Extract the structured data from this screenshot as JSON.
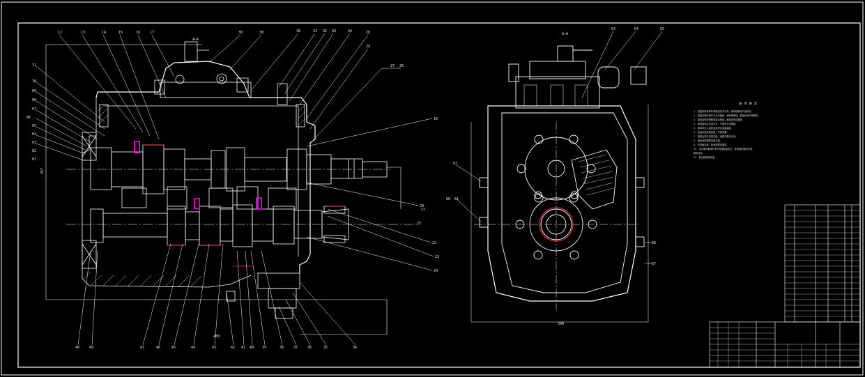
{
  "leaders_top": [
    "12",
    "13",
    "14",
    "15",
    "16",
    "17",
    "36",
    "38",
    "30",
    "31",
    "32",
    "33",
    "34",
    "28",
    "29",
    "27",
    "26"
  ],
  "leaders_left": [
    "11",
    "10",
    "09",
    "08",
    "07",
    "06",
    "05",
    "04",
    "03",
    "02",
    "01"
  ],
  "leaders_bottom": [
    "48",
    "49",
    "47",
    "46",
    "45",
    "44",
    "43",
    "42",
    "41",
    "40",
    "39",
    "38",
    "37",
    "36",
    "35",
    "34"
  ],
  "leaders_right": [
    "19",
    "20",
    "21",
    "22",
    "23",
    "24",
    "25"
  ],
  "side_top_labels": [
    "63",
    "64",
    "65"
  ],
  "side_left_labels": [
    "62",
    "60",
    "61"
  ],
  "side_right_labels": [
    "66",
    "67"
  ],
  "dim_left": "267",
  "dim_bottom": "480",
  "side_dim_bottom": "390",
  "section_top": "A—A",
  "section_side": "A—A",
  "notes_title": "技 术 要 求",
  "notes": [
    "1. 装配前所有零件用煤油清洗干净，滚动轴承用汽油清洗。",
    "2. 装配过程中零件不允许磕碰、划伤和锈蚀，各密封处不得漏油。",
    "3. 齿轮副啮合侧隙用铅丝检验，其值应符合要求。",
    "4. 换挡操纵应灵活可靠，不得有卡滞现象。",
    "5. 箱体内注入齿轮油至规定油面高度。",
    "6. 各结合面涂密封胶，不得渗漏。",
    "7. 装配后进行空载试验，运转平稳无冲击。",
    "8. 轴承游隙调整至规定值。",
    "9. 外表面涂漆，颜色按整车要求。",
    "10. 未注明的螺栓拧紧力矩按标准执行，并按规定顺序拧紧，",
    "    防松可靠。",
    "11. 其余按相关标准。"
  ],
  "colors": {
    "line": "#ffffff",
    "accent": "#ff00ff",
    "highlight": "#ff3030",
    "background": "#000000"
  }
}
